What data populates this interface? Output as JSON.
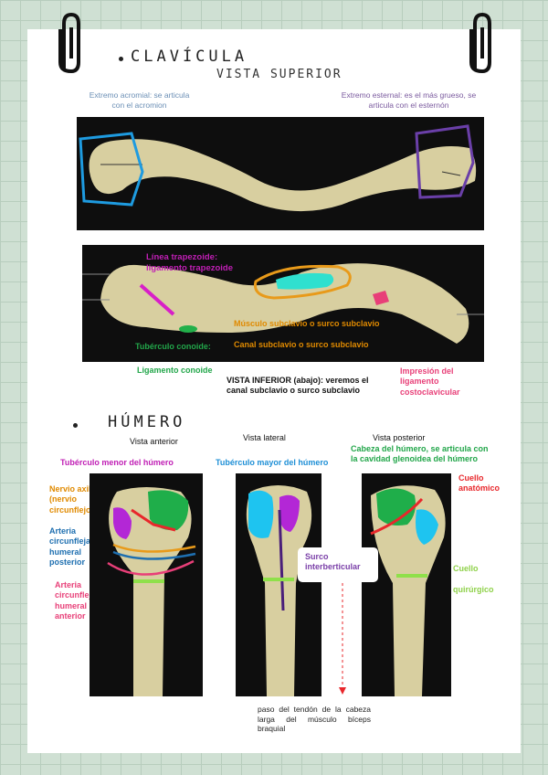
{
  "clavicula": {
    "title": "CLAVÍCULA",
    "subtitle": "VISTA SUPERIOR",
    "acromial_note": "Extremo acromial: se articula con el acromion",
    "esternal_note": "Extremo esternal: es el más grueso, se articula con el esternón",
    "linea_trapezoide": "Línea trapezoide: ligamento trapezoide",
    "musculo_subclavio": "Músculo subclavio o surco subclavio",
    "tuberculo_conoide": "Tubérculo conoide:",
    "canal_subclavio": "Canal subclavio o surco subclavio",
    "ligamento_conoide": "Ligamento conoide",
    "vista_inferior": "VISTA INFERIOR (abajo): veremos el canal subclavio o surco subclavio",
    "impresion": "Impresión del ligamento costoclavicular"
  },
  "humero": {
    "title": "HÚMERO",
    "vista_anterior": "Vista anterior",
    "vista_lateral": "Vista lateral",
    "vista_posterior": "Vista posterior",
    "tuberculo_menor": "Tubérculo menor del húmero",
    "tuberculo_mayor": "Tubérculo mayor del húmero",
    "cabeza": "Cabeza del húmero, se articula con la cavidad glenoidea del húmero",
    "nervio_axilar": "Nervio axilar (nervio circunflejo)",
    "arteria_posterior": "Arteria circunfleja humeral posterior",
    "arteria_anterior": "Arteria circunfleja humeral anterior",
    "cuello_anatomico": "Cuello anatómico",
    "surco": "Surco interberticular",
    "cuello_quirurgico_1": "Cuello",
    "cuello_quirurgico_2": "quirúrgico",
    "paso_tendon": "paso del tendón de la cabeza larga del músculo bíceps braquial"
  },
  "colors": {
    "blue_label": "#6b8fb5",
    "purple_label": "#7a5a9e",
    "magenta": "#c01fb5",
    "green": "#22a64a",
    "orange": "#e08a00",
    "red": "#e8272b",
    "pink": "#e83f78",
    "blue": "#1e6fb0",
    "bone": "#d8cfa0"
  }
}
